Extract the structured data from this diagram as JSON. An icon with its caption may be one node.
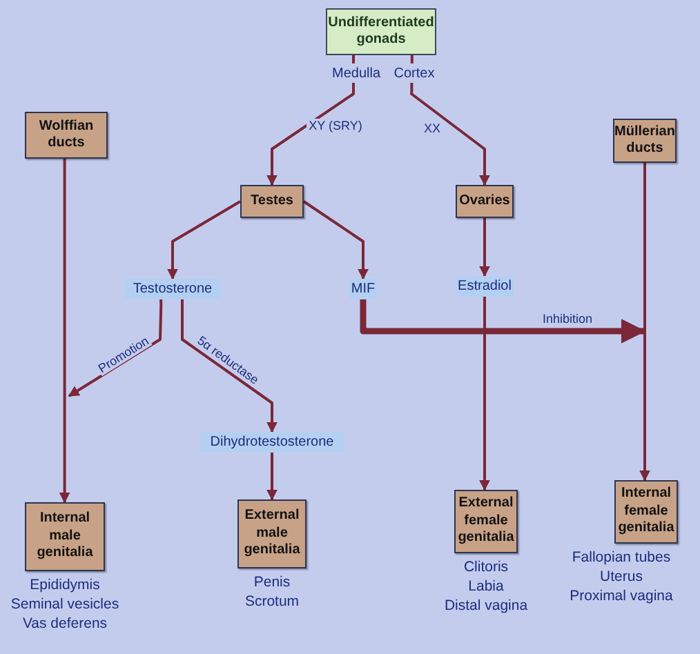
{
  "diagram": {
    "nodes": [
      {
        "text": [
          "Undifferentiated gonads"
        ]
      },
      {
        "text": [
          "Medulla"
        ]
      },
      {
        "text": [
          "Cortex"
        ]
      },
      {
        "text": [
          "Wolffian ducts"
        ]
      },
      {
        "text": [
          "Testes"
        ]
      },
      {
        "text": [
          "Ovaries"
        ]
      },
      {
        "text": [
          "Müllerian ducts"
        ]
      },
      {
        "text": [
          "Testosterone"
        ]
      },
      {
        "text": [
          "MIF"
        ]
      },
      {
        "text": [
          "Estradiol"
        ]
      },
      {
        "text": [
          "Dihydrotestosterone"
        ]
      },
      {
        "text": [
          "Internal male genitalia"
        ],
        "beside": [
          "Epididymis",
          "Seminal vesicles",
          "Vas deferens"
        ]
      },
      {
        "text": [
          "External male genitalia"
        ],
        "beside": [
          "Penis",
          "Scrotum"
        ]
      },
      {
        "text": [
          "External female genitalia"
        ],
        "beside": [
          "Clitoris",
          "Labia",
          "Distal vagina"
        ]
      },
      {
        "text": [
          "Internal female genitalia"
        ],
        "beside": [
          "Fallopian tubes",
          "Uterus",
          "Proximal vagina"
        ]
      }
    ],
    "edges": [
      {
        "from": 0,
        "to": 1,
        "arrow": "none"
      },
      {
        "from": 0,
        "to": 2,
        "arrow": "none"
      },
      {
        "from": 1,
        "to": 4,
        "arrow": "to",
        "label": "XY (SRY)"
      },
      {
        "from": 2,
        "to": 5,
        "arrow": "to",
        "label": "XX"
      },
      {
        "from": 4,
        "to": 7,
        "arrow": "to"
      },
      {
        "from": 4,
        "to": 8,
        "arrow": "to"
      },
      {
        "from": 5,
        "to": 9,
        "arrow": "to"
      },
      {
        "from": 3,
        "to": 11,
        "arrow": "to"
      },
      {
        "from": 7,
        "to": null,
        "arrow": "to",
        "label": "Promotion"
      },
      {
        "from": 7,
        "to": 10,
        "arrow": "to",
        "label": "5α reductase"
      },
      {
        "from": 10,
        "to": 12,
        "arrow": "to"
      },
      {
        "from": 9,
        "to": 13,
        "arrow": "to"
      },
      {
        "from": 8,
        "to": null,
        "arrow": "to",
        "label": "Inhibition",
        "style": "thick"
      },
      {
        "from": 6,
        "to": 14,
        "arrow": "to"
      }
    ]
  }
}
